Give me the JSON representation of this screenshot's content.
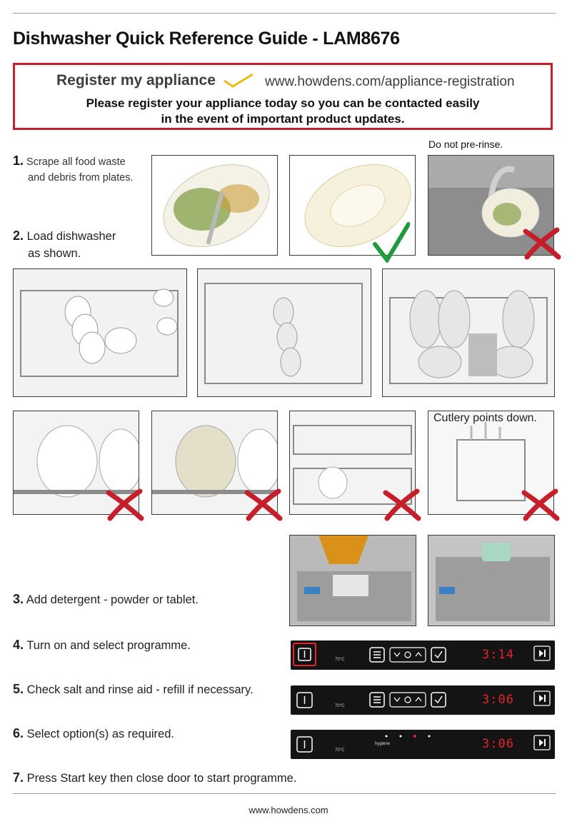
{
  "title": "Dishwasher Quick Reference Guide - LAM8676",
  "register": {
    "heading": "Register my appliance",
    "url": "www.howdens.com/appliance-registration",
    "note_line1": "Please register your appliance today so you can be contacted easily",
    "note_line2": "in the event of important product updates."
  },
  "prerinse_note": "Do not pre-rinse.",
  "cutlery_note": "Cutlery points down.",
  "steps": [
    {
      "num": "1.",
      "text_line1": "Scrape all food waste",
      "text_line2": "and debris from plates."
    },
    {
      "num": "2.",
      "text_line1": "Load dishwasher",
      "text_line2": "as shown."
    },
    {
      "num": "3.",
      "text": "Add detergent  -  powder or tablet."
    },
    {
      "num": "4.",
      "text": "Turn on and select programme."
    },
    {
      "num": "5.",
      "text": "Check salt and rinse aid - refill if necessary."
    },
    {
      "num": "6.",
      "text": "Select option(s) as required."
    },
    {
      "num": "7.",
      "text": "Press Start key then close door to start programme."
    }
  ],
  "displays": {
    "panel4": "3:14",
    "panel5": "3:06",
    "panel6": "3:06",
    "temp_label": "70°C",
    "hygiene_label": "hygiene"
  },
  "colors": {
    "accent_red": "#c41f2b",
    "check_green": "#1f9a3c",
    "display_red": "#e8232e"
  },
  "footer": "www.howdens.com"
}
